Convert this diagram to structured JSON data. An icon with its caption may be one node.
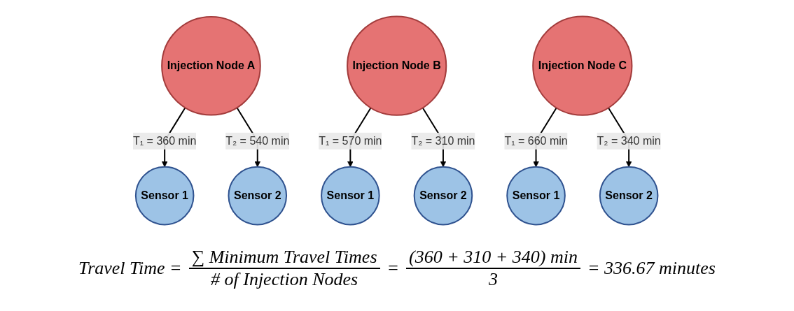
{
  "diagram": {
    "nodes": [
      {
        "text": [
          "Injection Node A"
        ]
      },
      {
        "text": [
          "Sensor 1"
        ]
      },
      {
        "text": [
          "Sensor 2"
        ]
      },
      {
        "text": [
          "Injection Node B"
        ]
      },
      {
        "text": [
          "Sensor 1"
        ]
      },
      {
        "text": [
          "Sensor 2"
        ]
      },
      {
        "text": [
          "Injection Node C"
        ]
      },
      {
        "text": [
          "Sensor 1"
        ]
      },
      {
        "text": [
          "Sensor 2"
        ]
      }
    ],
    "edges": [
      {
        "from": 0,
        "to": 1,
        "arrow": "to",
        "label": "T₁ = 360 min"
      },
      {
        "from": 0,
        "to": 2,
        "arrow": "to",
        "label": "T₂ = 540 min"
      },
      {
        "from": 3,
        "to": 4,
        "arrow": "to",
        "label": "T₁ = 570 min"
      },
      {
        "from": 3,
        "to": 5,
        "arrow": "to",
        "label": "T₂ = 310 min"
      },
      {
        "from": 6,
        "to": 7,
        "arrow": "to",
        "label": "T₁ = 660 min"
      },
      {
        "from": 6,
        "to": 8,
        "arrow": "to",
        "label": "T₂ = 340 min"
      }
    ],
    "labels": [
      "Travel Time =",
      "∑ Minimum Travel Times",
      "# of  Injection Nodes",
      "=",
      "(360 + 310 + 340) min",
      "3",
      "= 336.67 minutes"
    ]
  }
}
